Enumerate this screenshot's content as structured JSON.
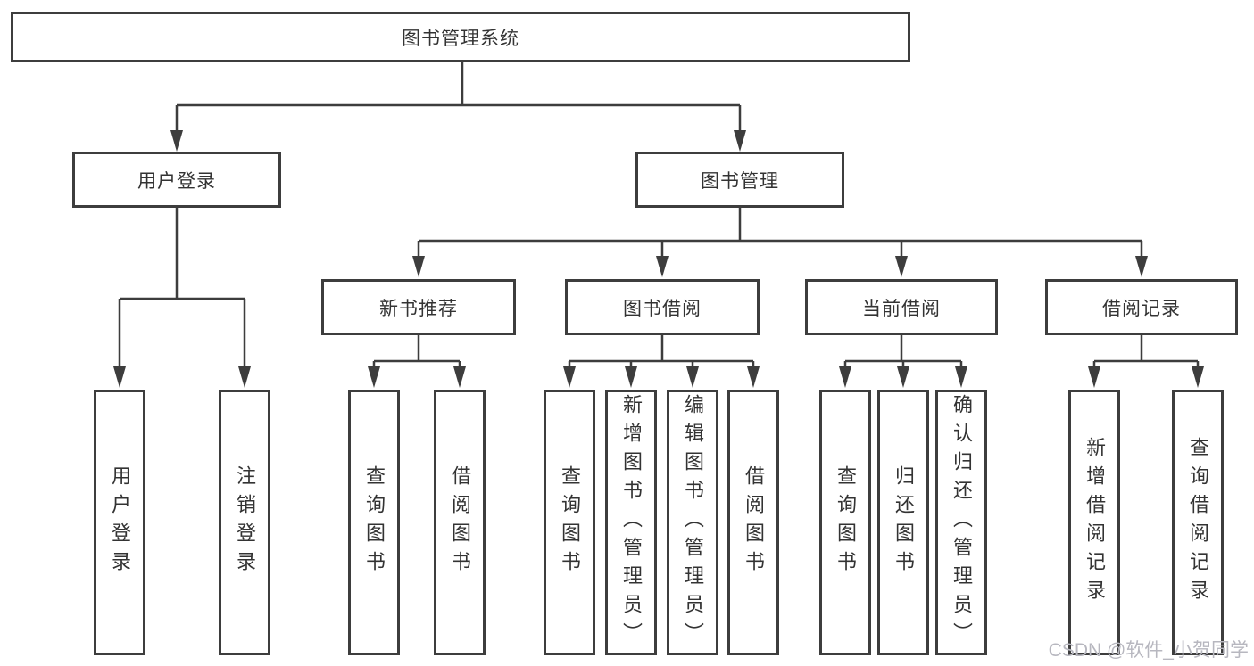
{
  "tree": {
    "root": {
      "label": "图书管理系统"
    },
    "branches": [
      {
        "label": "用户登录",
        "children": [
          {
            "label": "用户登录"
          },
          {
            "label": "注销登录"
          }
        ]
      },
      {
        "label": "图书管理",
        "groups": [
          {
            "label": "新书推荐",
            "children": [
              {
                "label": "查询图书"
              },
              {
                "label": "借阅图书"
              }
            ]
          },
          {
            "label": "图书借阅",
            "children": [
              {
                "label": "查询图书"
              },
              {
                "label": "新增图书（管理员）"
              },
              {
                "label": "编辑图书（管理员）"
              },
              {
                "label": "借阅图书"
              }
            ]
          },
          {
            "label": "当前借阅",
            "children": [
              {
                "label": "查询图书"
              },
              {
                "label": "归还图书"
              },
              {
                "label": "确认归还（管理员）"
              }
            ]
          },
          {
            "label": "借阅记录",
            "children": [
              {
                "label": "新增借阅记录"
              },
              {
                "label": "查询借阅记录"
              }
            ]
          }
        ]
      }
    ]
  },
  "watermark": "CSDN @软件_小贺同学",
  "colors": {
    "line": "#3d3d3d",
    "text": "#333333",
    "background": "#ffffff",
    "watermark": "#b7b7bf"
  }
}
